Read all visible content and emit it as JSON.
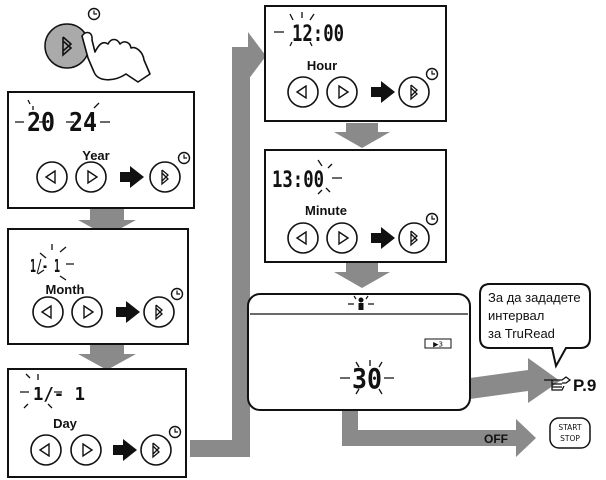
{
  "steps": {
    "year": {
      "display": "20 24",
      "label": "Year"
    },
    "month": {
      "display": "1/- 1",
      "label": "Month"
    },
    "day": {
      "display": "1/- 1",
      "label": "Day"
    },
    "hour": {
      "display": "12:00",
      "label": "Hour"
    },
    "minute": {
      "display": "13:00",
      "label": "Minute"
    }
  },
  "interval_screen": {
    "value": "30",
    "badge": "▶3"
  },
  "callout": {
    "lines": [
      "За да зададете",
      "интервал",
      "за TruRead"
    ]
  },
  "page_ref": {
    "label": "P.9"
  },
  "off_label": "OFF",
  "start_stop": {
    "line1": "START",
    "line2": "STOP"
  },
  "icons": [
    "bluetooth-icon",
    "clock-icon",
    "left-arrow-icon",
    "right-arrow-icon",
    "hand-pointer-icon",
    "person-icon",
    "pointing-hand-icon"
  ],
  "colors": {
    "flow_arrow": "#8a8a8a",
    "stroke": "#111111"
  }
}
